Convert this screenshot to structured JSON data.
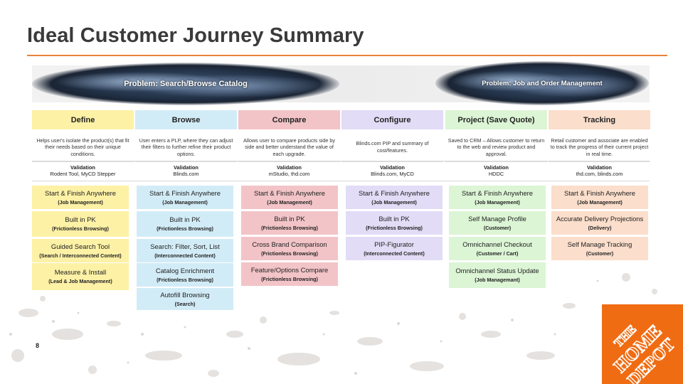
{
  "slide": {
    "title": "Ideal Customer Journey Summary",
    "page_number": "8",
    "accent_color": "#e9823a"
  },
  "problems": [
    {
      "label": "Problem: Search/Browse Catalog"
    },
    {
      "label": "Problem: Job and Order Management"
    }
  ],
  "validation_label": "Validation",
  "columns": [
    {
      "header": "Define",
      "color": "#fdf1a6",
      "description": "Helps user's isolate the product(s) that fit their needs based on their unique conditions.",
      "validation": "Rodent Tool, MyCD Stepper",
      "cards": [
        {
          "title": "Start & Finish Anywhere",
          "sub": "(Job Management)"
        },
        {
          "title": "Built in PK",
          "sub": "(Frictionless Browsing)"
        },
        {
          "title": "Guided Search Tool",
          "sub": "(Search / Interconnected Content)"
        },
        {
          "title": "Measure & Install",
          "sub": "(Lead & Job Management)"
        }
      ]
    },
    {
      "header": "Browse",
      "color": "#d2ecf7",
      "description": "User enters a PLP, where they can adjust their filters to further refine their product options.",
      "validation": "Blinds.com",
      "cards": [
        {
          "title": "Start & Finish Anywhere",
          "sub": "(Job Management)"
        },
        {
          "title": "Built in PK",
          "sub": "(Frictionless Browsing)"
        },
        {
          "title": "Search: Filter, Sort, List",
          "sub": "(Interconnected Content)"
        },
        {
          "title": "Catalog Enrichment",
          "sub": "(Frictionless Browsing)"
        },
        {
          "title": "Autofill Browsing",
          "sub": "(Search)"
        }
      ]
    },
    {
      "header": "Compare",
      "color": "#f2c4c7",
      "description": "Allows user to compare products side by side and better understand the value of each upgrade.",
      "validation": "mStudio, thd.com",
      "cards": [
        {
          "title": "Start & Finish Anywhere",
          "sub": "(Job Management)"
        },
        {
          "title": "Built in PK",
          "sub": "(Frictionless Browsing)"
        },
        {
          "title": "Cross Brand Comparison",
          "sub": "(Frictionless Browsing)"
        },
        {
          "title": "Feature/Options Compare",
          "sub": "(Frictionless Browsing)"
        }
      ]
    },
    {
      "header": "Configure",
      "color": "#e2dcf6",
      "description": "Blinds.com PIP and summary of cost/features.",
      "validation": "Blinds.com, MyCD",
      "cards": [
        {
          "title": "Start & Finish Anywhere",
          "sub": "(Job Management)"
        },
        {
          "title": "Built in PK",
          "sub": "(Frictionless Browsing)"
        },
        {
          "title": "PIP-Figurator",
          "sub": "(Interconnected Content)"
        }
      ]
    },
    {
      "header": "Project (Save Quote)",
      "color": "#dcf5d5",
      "description": "Saved to CRM – Allows customer to return to the web and review product and approval.",
      "validation": "HDDC",
      "cards": [
        {
          "title": "Start & Finish Anywhere",
          "sub": "(Job Management)"
        },
        {
          "title": "Self Manage Profile",
          "sub": "(Customer)"
        },
        {
          "title": "Omnichannel Checkout",
          "sub": "(Customer / Cart)"
        },
        {
          "title": "Omnichannel Status Update",
          "sub": "(Job Managemant)"
        }
      ]
    },
    {
      "header": "Tracking",
      "color": "#fbdecb",
      "description": "Retail customer and associate are enabled to track the progress of their current project in real time.",
      "validation": "thd.com, blinds.com",
      "cards": [
        {
          "title": "Start & Finish Anywhere",
          "sub": "(Job Management)"
        },
        {
          "title": "Accurate Delivery Projections",
          "sub": "(Delivery)"
        },
        {
          "title": "Self Manage Tracking",
          "sub": "(Customer)"
        }
      ]
    }
  ],
  "logo": {
    "text": [
      "THE",
      "HOME",
      "DEPOT"
    ],
    "color": "#f06c12"
  }
}
